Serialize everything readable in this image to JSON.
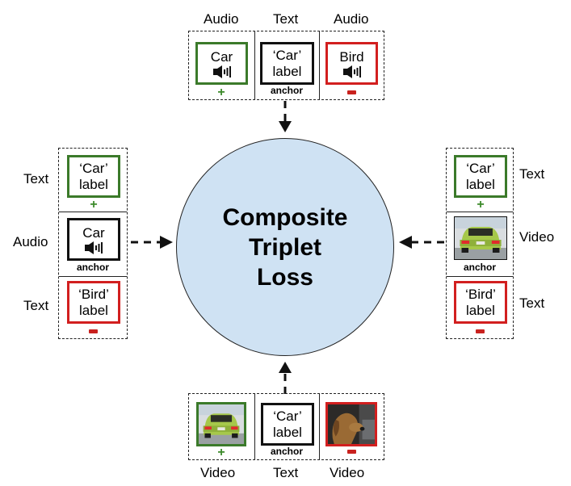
{
  "center": {
    "title_lines": [
      "Composite",
      "Triplet",
      "Loss"
    ]
  },
  "anchor_word": "anchor",
  "top_group": {
    "labels": [
      "Audio",
      "Text",
      "Audio"
    ],
    "boxes": [
      {
        "type": "audio",
        "role": "positive",
        "text": "Car"
      },
      {
        "type": "text",
        "role": "anchor",
        "lines": [
          "‘Car’",
          "label"
        ]
      },
      {
        "type": "audio",
        "role": "negative",
        "text": "Bird"
      }
    ]
  },
  "left_group": {
    "labels": [
      "Text",
      "Audio",
      "Text"
    ],
    "boxes": [
      {
        "type": "text",
        "role": "positive",
        "lines": [
          "‘Car’",
          "label"
        ]
      },
      {
        "type": "audio",
        "role": "anchor",
        "text": "Car"
      },
      {
        "type": "text",
        "role": "negative",
        "lines": [
          "‘Bird’",
          "label"
        ]
      }
    ]
  },
  "right_group": {
    "labels": [
      "Text",
      "Video",
      "Text"
    ],
    "boxes": [
      {
        "type": "text",
        "role": "positive",
        "lines": [
          "‘Car’",
          "label"
        ]
      },
      {
        "type": "video",
        "role": "anchor",
        "image": "car-rear-photo"
      },
      {
        "type": "text",
        "role": "negative",
        "lines": [
          "‘Bird’",
          "label"
        ]
      }
    ]
  },
  "bottom_group": {
    "labels": [
      "Video",
      "Text",
      "Video"
    ],
    "boxes": [
      {
        "type": "video",
        "role": "positive",
        "image": "car-rear-photo"
      },
      {
        "type": "text",
        "role": "anchor",
        "lines": [
          "‘Car’",
          "label"
        ]
      },
      {
        "type": "video",
        "role": "negative",
        "image": "dog-in-car-photo"
      }
    ]
  },
  "colors": {
    "positive": "#3b7a2a",
    "negative": "#d21f1f",
    "anchor": "#111111",
    "circle_fill": "#cfe2f3"
  },
  "icons": {
    "speaker": "speaker-icon",
    "plus": "plus-icon",
    "minus": "minus-icon"
  }
}
